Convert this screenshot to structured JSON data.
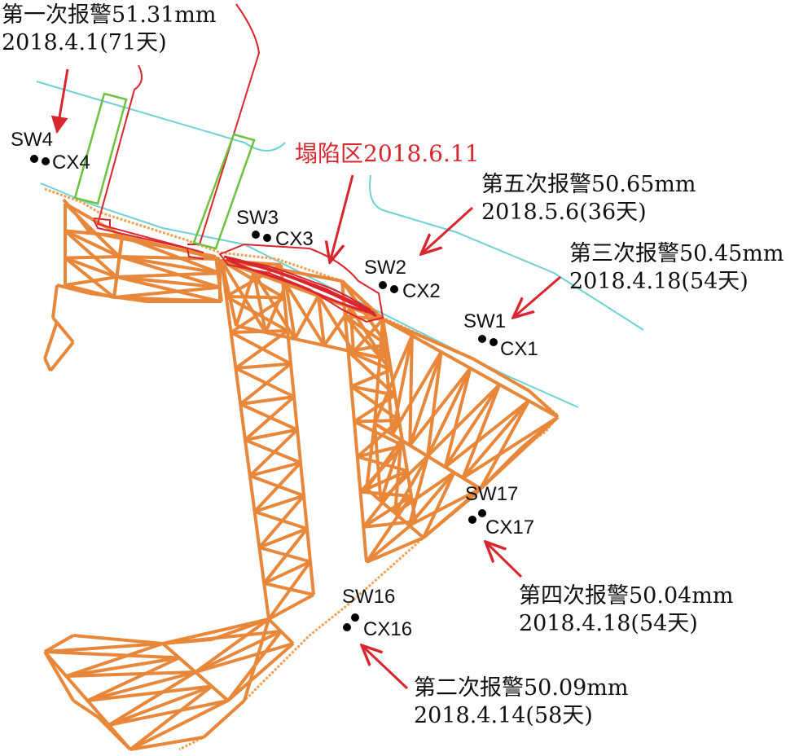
{
  "monitoring_points": {
    "sw4": "SW4",
    "cx4": "CX4",
    "sw3": "SW3",
    "cx3": "CX3",
    "sw2": "SW2",
    "cx2": "CX2",
    "sw1": "SW1",
    "cx1": "CX1",
    "sw17": "SW17",
    "cx17": "CX17",
    "sw16": "SW16",
    "cx16": "CX16"
  },
  "collapse_zone": {
    "label": "塌陷区2018.6.11"
  },
  "alarms": {
    "first": {
      "line1": "第一次报警51.31mm",
      "line2": "2018.4.1(71天)"
    },
    "second": {
      "line1": "第二次报警50.09mm",
      "line2": "2018.4.14(58天)"
    },
    "third": {
      "line1": "第三次报警50.45mm",
      "line2": "2018.4.18(54天)"
    },
    "fourth": {
      "line1": "第四次报警50.04mm",
      "line2": "2018.4.18(54天)"
    },
    "fifth": {
      "line1": "第五次报警50.65mm",
      "line2": "2018.5.6(36天)"
    }
  },
  "colors": {
    "truss": "#e8873a",
    "boundary": "#6fd0d6",
    "red": "#d9262e",
    "green": "#6dc23f",
    "point": "#000000"
  }
}
